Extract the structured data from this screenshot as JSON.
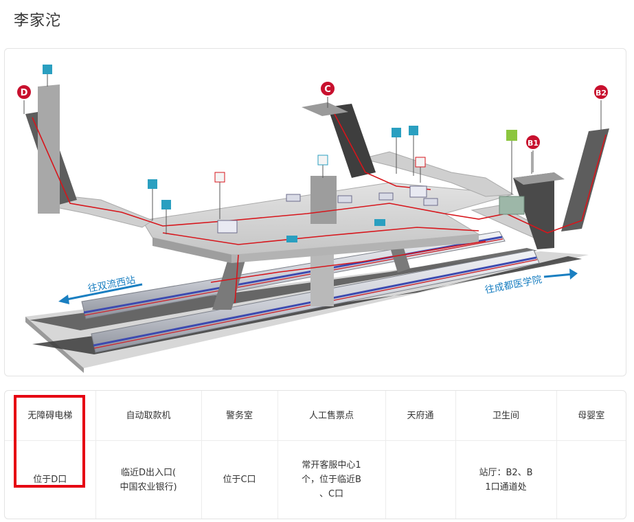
{
  "station": {
    "name": "李家沱"
  },
  "diagram": {
    "direction_left": "往双流西站",
    "direction_right": "往成都医学院",
    "exits": [
      "D",
      "C",
      "B1",
      "B2"
    ]
  },
  "colors": {
    "exit_red": "#c8102e",
    "route_red": "#d7151b",
    "direction_blue": "#1a7fc1",
    "highlight_red": "#e60012",
    "sign_teal": "#2a9fc0"
  },
  "facilities": {
    "headers": [
      "无障碍电梯",
      "自动取款机",
      "警务室",
      "人工售票点",
      "天府通",
      "卫生间",
      "母婴室"
    ],
    "values": [
      "位于D口",
      "临近D出入口(\n中国农业银行)",
      "位于C口",
      "常开客服中心1\n个，位于临近B\n、C口",
      "",
      "站厅：B2、B\n1口通道处",
      ""
    ]
  }
}
